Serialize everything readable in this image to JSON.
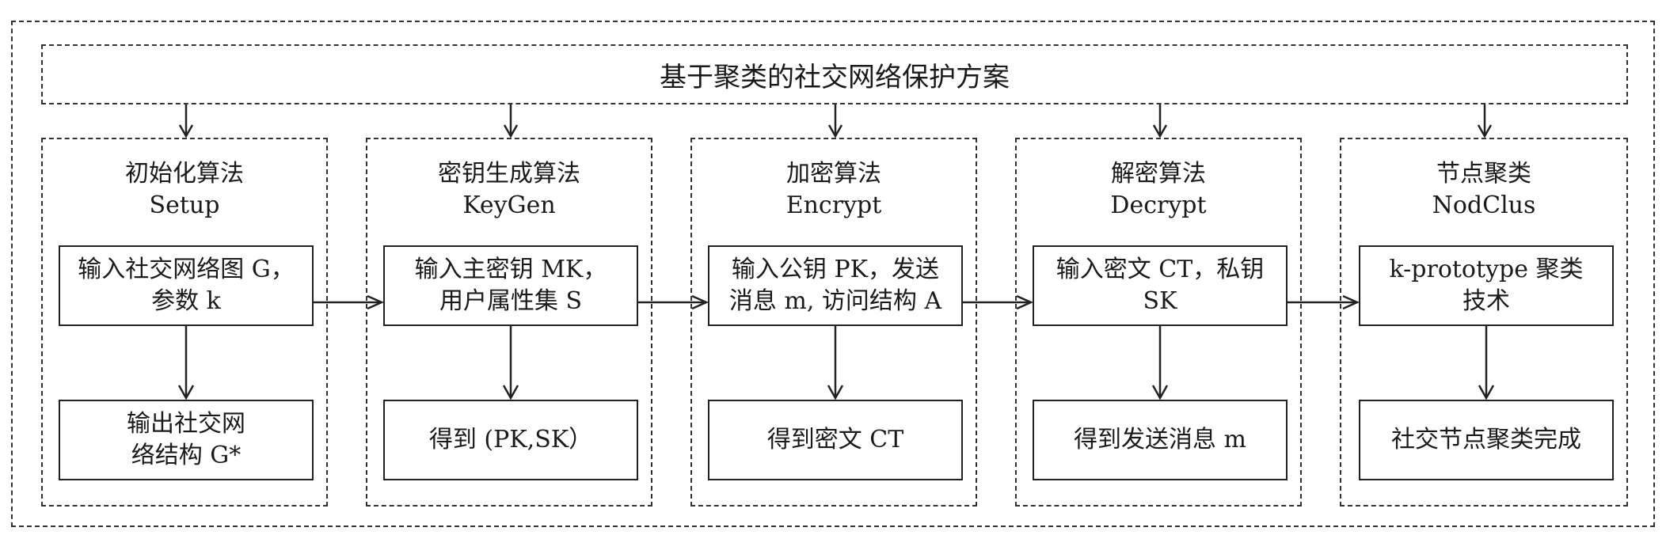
{
  "title": "基于聚类的社交网络保护方案",
  "modules": [
    {
      "name": "初始化算法",
      "code": "Setup",
      "input_lines": [
        "输入社交网络图 G，",
        "参数 k"
      ],
      "output_lines": [
        "输出社交网",
        "络结构 G*"
      ]
    },
    {
      "name": "密钥生成算法",
      "code": "KeyGen",
      "input_lines": [
        "输入主密钥 MK，",
        "用户属性集 S"
      ],
      "output_lines": [
        "得到 (PK,SK）"
      ]
    },
    {
      "name": "加密算法",
      "code": "Encrypt",
      "input_lines": [
        "输入公钥 PK，发送",
        "消息 m, 访问结构 A"
      ],
      "output_lines": [
        "得到密文 CT"
      ]
    },
    {
      "name": "解密算法",
      "code": "Decrypt",
      "input_lines": [
        "输入密文 CT，私钥",
        "SK"
      ],
      "output_lines": [
        "得到发送消息 m"
      ]
    },
    {
      "name": "节点聚类",
      "code": "NodClus",
      "input_lines": [
        "k-prototype 聚类",
        "技术"
      ],
      "output_lines": [
        "社交节点聚类完成"
      ]
    }
  ]
}
